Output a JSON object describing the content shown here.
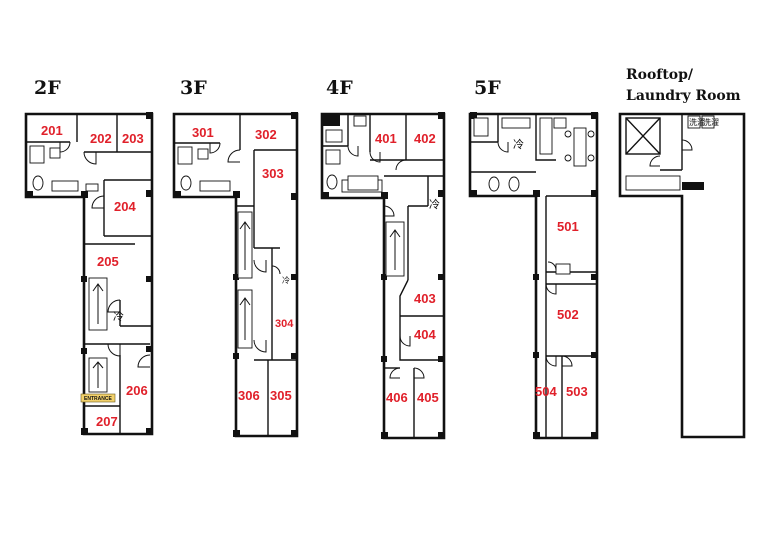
{
  "floors": {
    "f2": {
      "title": "2F",
      "rooms": [
        "201",
        "202",
        "203",
        "204",
        "205",
        "206",
        "207"
      ],
      "refrigerator_label": "冷",
      "entrance_label": "ENTRANCE"
    },
    "f3": {
      "title": "3F",
      "rooms": [
        "301",
        "302",
        "303",
        "304",
        "305",
        "306"
      ],
      "refrigerator_label": "冷"
    },
    "f4": {
      "title": "4F",
      "rooms": [
        "401",
        "402",
        "403",
        "404",
        "405",
        "406"
      ],
      "refrigerator_label": "冷"
    },
    "f5": {
      "title": "5F",
      "rooms": [
        "501",
        "502",
        "503",
        "504"
      ],
      "refrigerator_label": "冷"
    },
    "roof": {
      "title_line1": "Rooftop/",
      "title_line2": "Laundry Room",
      "washer_labels": [
        "洗濯",
        "洗濯"
      ]
    }
  },
  "colors": {
    "room_label": "#e0202a",
    "wall": "#111111",
    "entrance_badge": "#f2d16b"
  }
}
